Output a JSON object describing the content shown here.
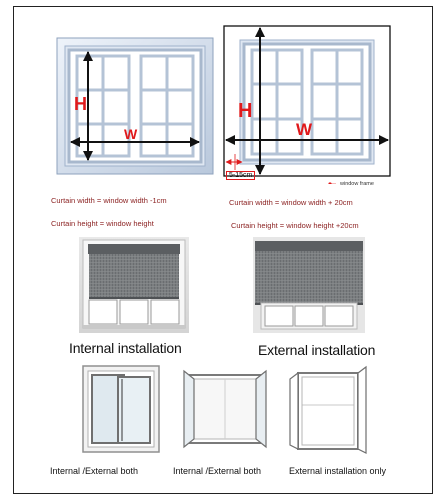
{
  "measure": {
    "left": {
      "h_label": "H",
      "w_label": "W",
      "width_rule": "Curtain width = window width -1cm",
      "height_rule": "Curtain height = window height"
    },
    "right": {
      "h_label": "H",
      "w_label": "W",
      "offset_label": "5-15cm",
      "frame_label": "window frame",
      "width_rule": "Curtain width = window width + 20cm",
      "height_rule": "Curtain height = window height +20cm"
    }
  },
  "installation": {
    "internal_label": "Internal installation",
    "external_label": "External installation"
  },
  "window_types": [
    {
      "label": "Internal /External  both"
    },
    {
      "label": "Internal /External both"
    },
    {
      "label": "External installation only"
    }
  ],
  "colors": {
    "measure_red": "#e0191b",
    "note_text": "#8a1f1f",
    "frame_blue": "#c9d6e8",
    "blind_grey": "#7b7e80"
  }
}
